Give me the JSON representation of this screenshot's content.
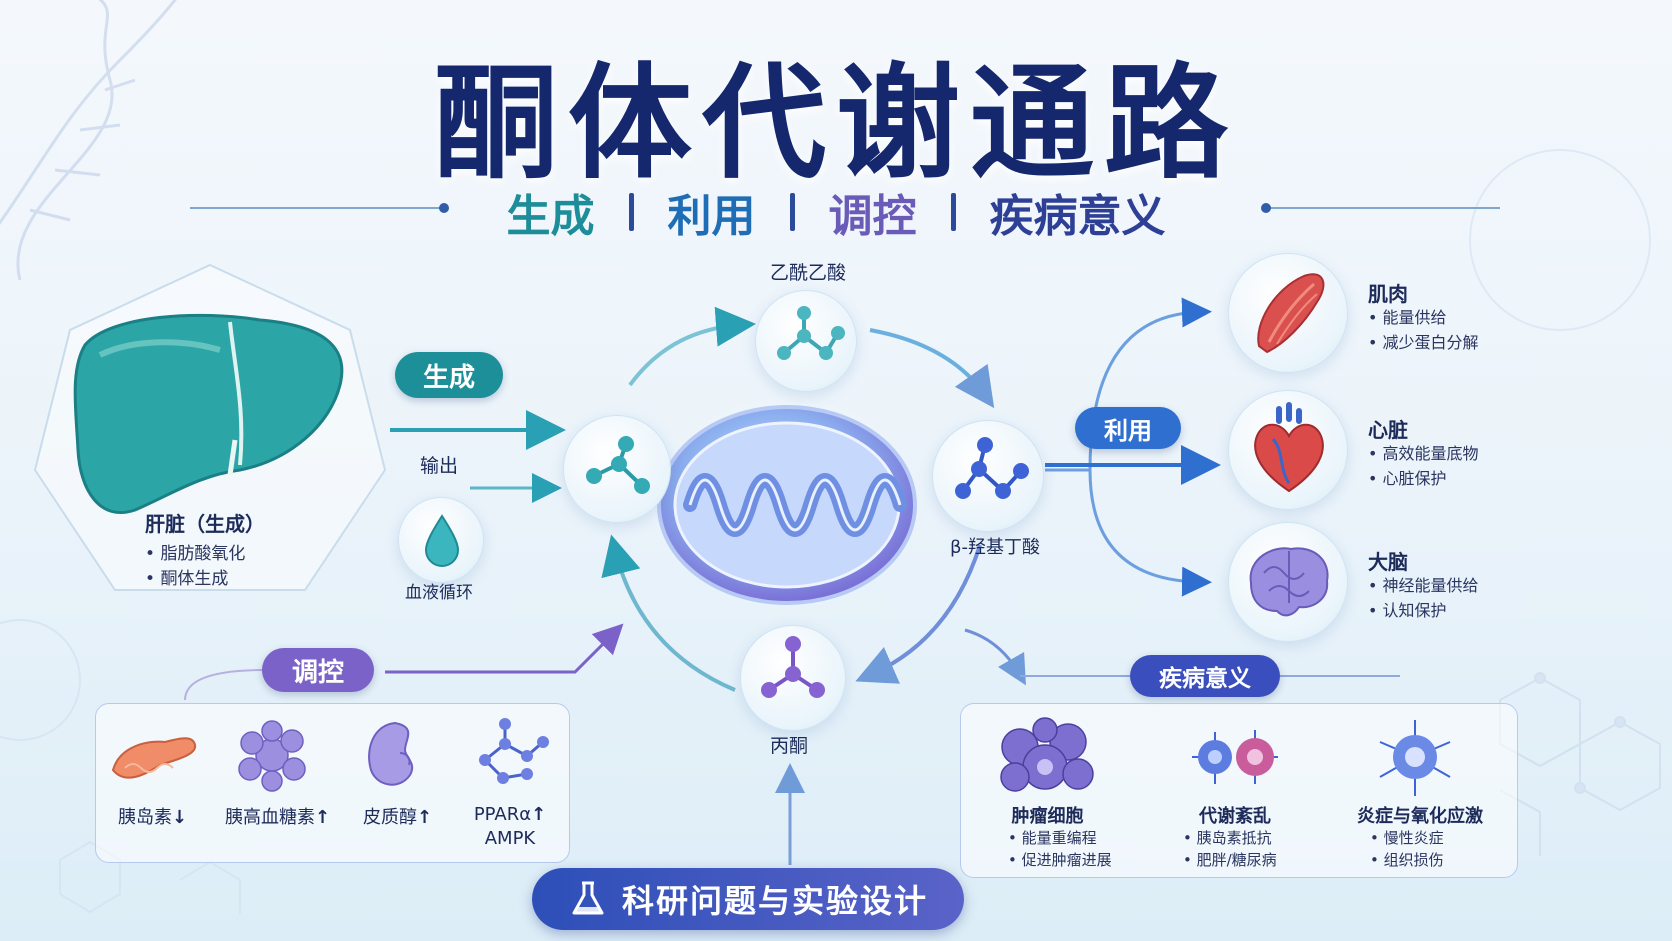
{
  "title": "酮体代谢通路",
  "subtitle": {
    "items": [
      {
        "text": "生成",
        "color": "#1d8d99"
      },
      {
        "text": "利用",
        "color": "#1f6db4"
      },
      {
        "text": "调控",
        "color": "#6a5bb8"
      },
      {
        "text": "疾病意义",
        "color": "#2e3f96"
      }
    ]
  },
  "liver": {
    "title": "肝脏（生成）",
    "bullets": [
      "脂肪酸氧化",
      "酮体生成"
    ]
  },
  "generation": {
    "pill": "生成",
    "output_label": "输出",
    "blood_label": "血液循环"
  },
  "molecules": {
    "acetoacetate": "乙酰乙酸",
    "bhb": "β-羟基丁酸",
    "acetone": "丙酮"
  },
  "utilization": {
    "pill": "利用",
    "organs": [
      {
        "name": "肌肉",
        "bullets": [
          "能量供给",
          "减少蛋白分解"
        ]
      },
      {
        "name": "心脏",
        "bullets": [
          "高效能量底物",
          "心脏保护"
        ]
      },
      {
        "name": "大脑",
        "bullets": [
          "神经能量供给",
          "认知保护"
        ]
      }
    ]
  },
  "regulation": {
    "pill": "调控",
    "items": [
      {
        "label": "胰岛素",
        "arrow": "↓",
        "icon": "pancreas-icon"
      },
      {
        "label": "胰高血糖素",
        "arrow": "↑",
        "icon": "alpha-cells-icon"
      },
      {
        "label": "皮质醇",
        "arrow": "↑",
        "icon": "adrenal-icon"
      },
      {
        "label": "PPARα",
        "label2": "AMPK",
        "arrow": "↑",
        "icon": "molecule-icon"
      }
    ]
  },
  "disease": {
    "pill": "疾病意义",
    "items": [
      {
        "title": "肿瘤细胞",
        "bullets": [
          "能量重编程",
          "促进肿瘤进展"
        ]
      },
      {
        "title": "代谢紊乱",
        "bullets": [
          "胰岛素抵抗",
          "肥胖/糖尿病"
        ]
      },
      {
        "title": "炎症与氧化应激",
        "bullets": [
          "慢性炎症",
          "组织损伤"
        ]
      }
    ]
  },
  "research_button": "科研问题与实验设计",
  "colors": {
    "teal": "#1f9aa0",
    "blue": "#2f6fd0",
    "purple": "#7b62c8",
    "navy": "#15286e"
  }
}
